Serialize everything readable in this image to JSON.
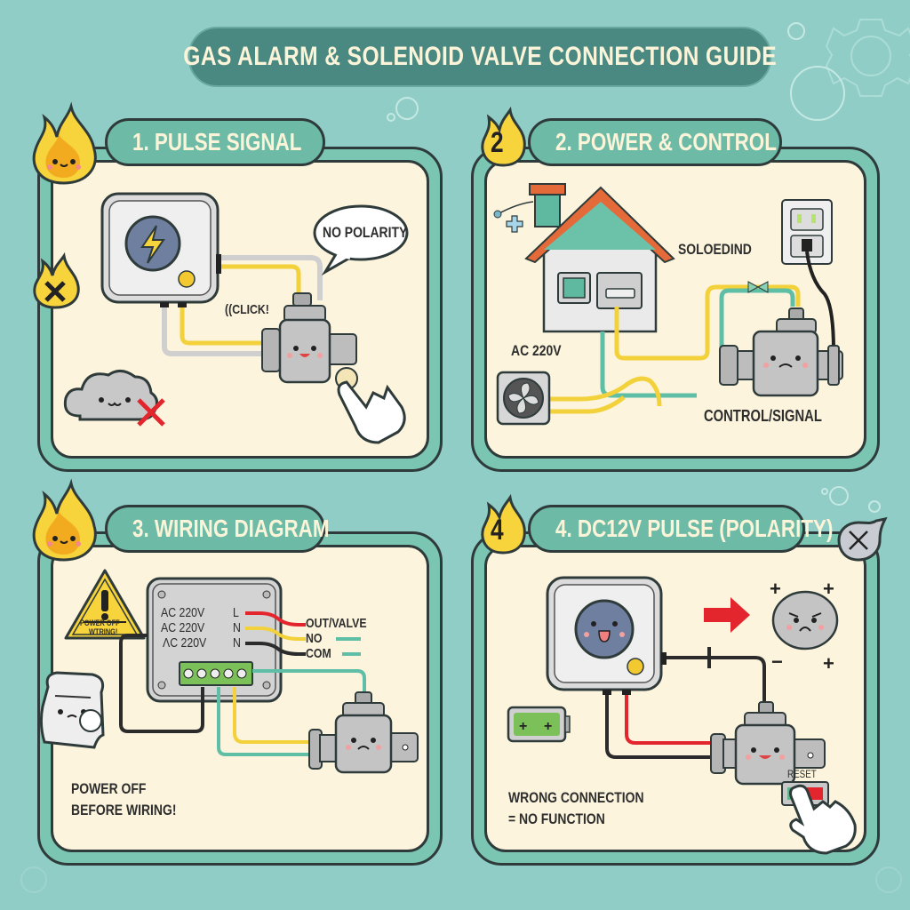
{
  "title": "GAS ALARM & SOLENOID VALVE CONNECTION GUIDE",
  "colors": {
    "background": "#8fcdc6",
    "title_pill": "#4a8882",
    "panel_frame": "#7bc5b3",
    "panel_fill": "#fcf4dc",
    "wire_yellow": "#f2d13a",
    "wire_red": "#e3262d",
    "wire_teal": "#5fbfa6",
    "wire_black": "#2b2b2b"
  },
  "panels": [
    {
      "title": "1. PULSE SIGNAL",
      "badge_icon": "flame-mascot-icon",
      "labels": {
        "speech": "NO POLARITY",
        "click": "((CLICK!"
      },
      "icons": [
        "alarm-box-lightning-icon",
        "solenoid-valve-happy-icon",
        "pointing-hand-icon",
        "cloud-mascot-icon",
        "red-x-icon",
        "flame-x-icon"
      ]
    },
    {
      "title": "2. POWER & CONTROL",
      "badge": "2",
      "labels": {
        "solenoid": "SOLOEDIND",
        "ac": "AC 220V",
        "control": "CONTROL/SIGNAL"
      },
      "icons": [
        "house-icon",
        "wall-outlet-icon",
        "fan-icon",
        "solenoid-valve-sad-icon"
      ]
    },
    {
      "title": "3. WIRING DIAGRAM",
      "badge_icon": "flame-mascot-icon",
      "warning": {
        "line1": "POWER OFF",
        "line2": "WTRING!"
      },
      "terminal_rows": [
        {
          "voltage": "AC 220V",
          "pin": "L"
        },
        {
          "voltage": "AC 220V",
          "pin": "N"
        },
        {
          "voltage": "ΛC 220V",
          "pin": "N"
        }
      ],
      "outputs": [
        "OUT/VALVE",
        "NO",
        "COM"
      ],
      "note": {
        "line1": "POWER OFF",
        "line2": "BEFORE WIRING!"
      },
      "icons": [
        "warning-triangle-icon",
        "junction-box-icon",
        "terminal-block-icon",
        "paper-mascot-icon",
        "solenoid-valve-sad-icon"
      ]
    },
    {
      "title": "4. DC12V PULSE (POLARITY)",
      "badge": "4",
      "polarity_marks": [
        "+",
        "+",
        "−",
        "+"
      ],
      "reset_label": "RESET",
      "note": {
        "line1": "WRONG CONNECTION",
        "line2": "= NO FUNCTION"
      },
      "icons": [
        "alarm-box-happy-icon",
        "red-arrow-icon",
        "angry-ball-icon",
        "battery-icon",
        "solenoid-valve-happy-icon",
        "reset-switch-icon",
        "pointing-hand-icon",
        "close-bubble-icon"
      ]
    }
  ]
}
